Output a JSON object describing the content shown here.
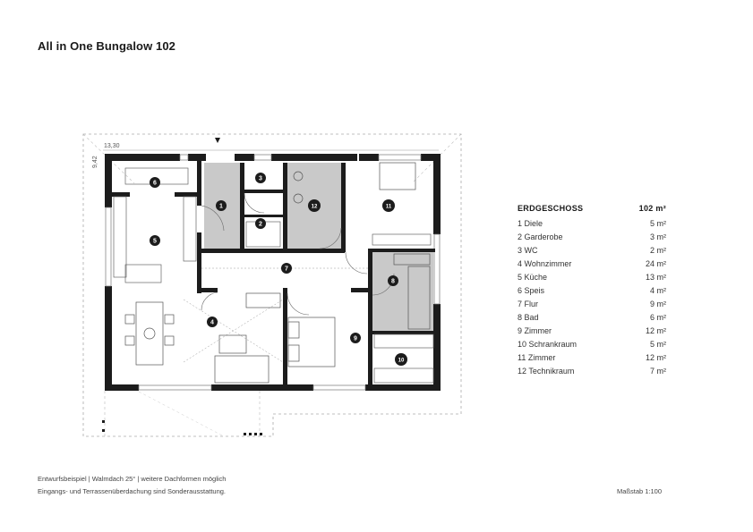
{
  "title": "All in One Bungalow 102",
  "dimensions": {
    "width": "13,30",
    "depth": "9,42"
  },
  "legend": {
    "heading": "ERDGESCHOSS",
    "total": "102 m²",
    "rooms": [
      {
        "label": "1 Diele",
        "area": "5 m²"
      },
      {
        "label": "2 Garderobe",
        "area": "3 m²"
      },
      {
        "label": "3 WC",
        "area": "2 m²"
      },
      {
        "label": "4 Wohnzimmer",
        "area": "24 m²"
      },
      {
        "label": "5 Küche",
        "area": "13 m²"
      },
      {
        "label": "6 Speis",
        "area": "4 m²"
      },
      {
        "label": "7 Flur",
        "area": "9 m²"
      },
      {
        "label": "8 Bad",
        "area": "6 m²"
      },
      {
        "label": "9 Zimmer",
        "area": "12 m²"
      },
      {
        "label": "10 Schrankraum",
        "area": "5 m²"
      },
      {
        "label": "11 Zimmer",
        "area": "12 m²"
      },
      {
        "label": "12 Technikraum",
        "area": "7 m²"
      }
    ]
  },
  "badges": [
    "1",
    "2",
    "3",
    "4",
    "5",
    "6",
    "7",
    "8",
    "9",
    "10",
    "11",
    "12"
  ],
  "footer": {
    "line1": "Entwurfsbeispiel | Walmdach 25° | weitere Dachformen möglich",
    "line2": "Eingangs- und Terrassenüberdachung sind Sonderausstattung.",
    "scale": "Maßstab 1:100"
  },
  "colors": {
    "wall": "#1c1c1c",
    "grey_room": "#c9c9c9",
    "line": "#666666",
    "badge": "#1c1c1c"
  }
}
